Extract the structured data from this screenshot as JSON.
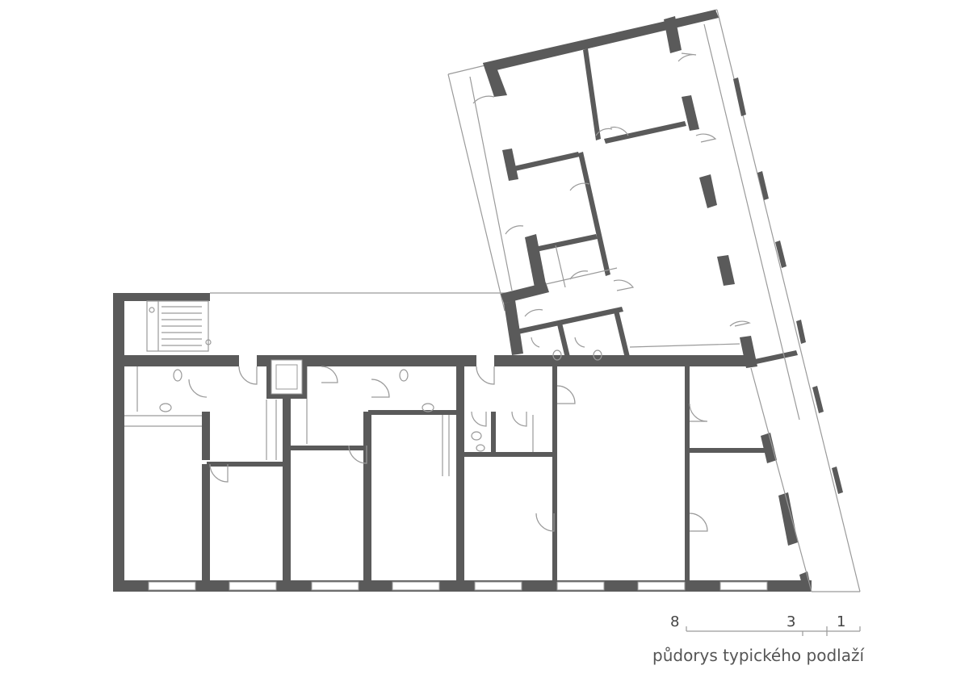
{
  "caption": "půdorys typického podlaží",
  "scale_bar": {
    "labels": [
      "8",
      "3",
      "1"
    ]
  },
  "colors": {
    "wall": "#5a5a5a",
    "line": "#9a9a9a",
    "background": "#ffffff",
    "text": "#555555"
  }
}
